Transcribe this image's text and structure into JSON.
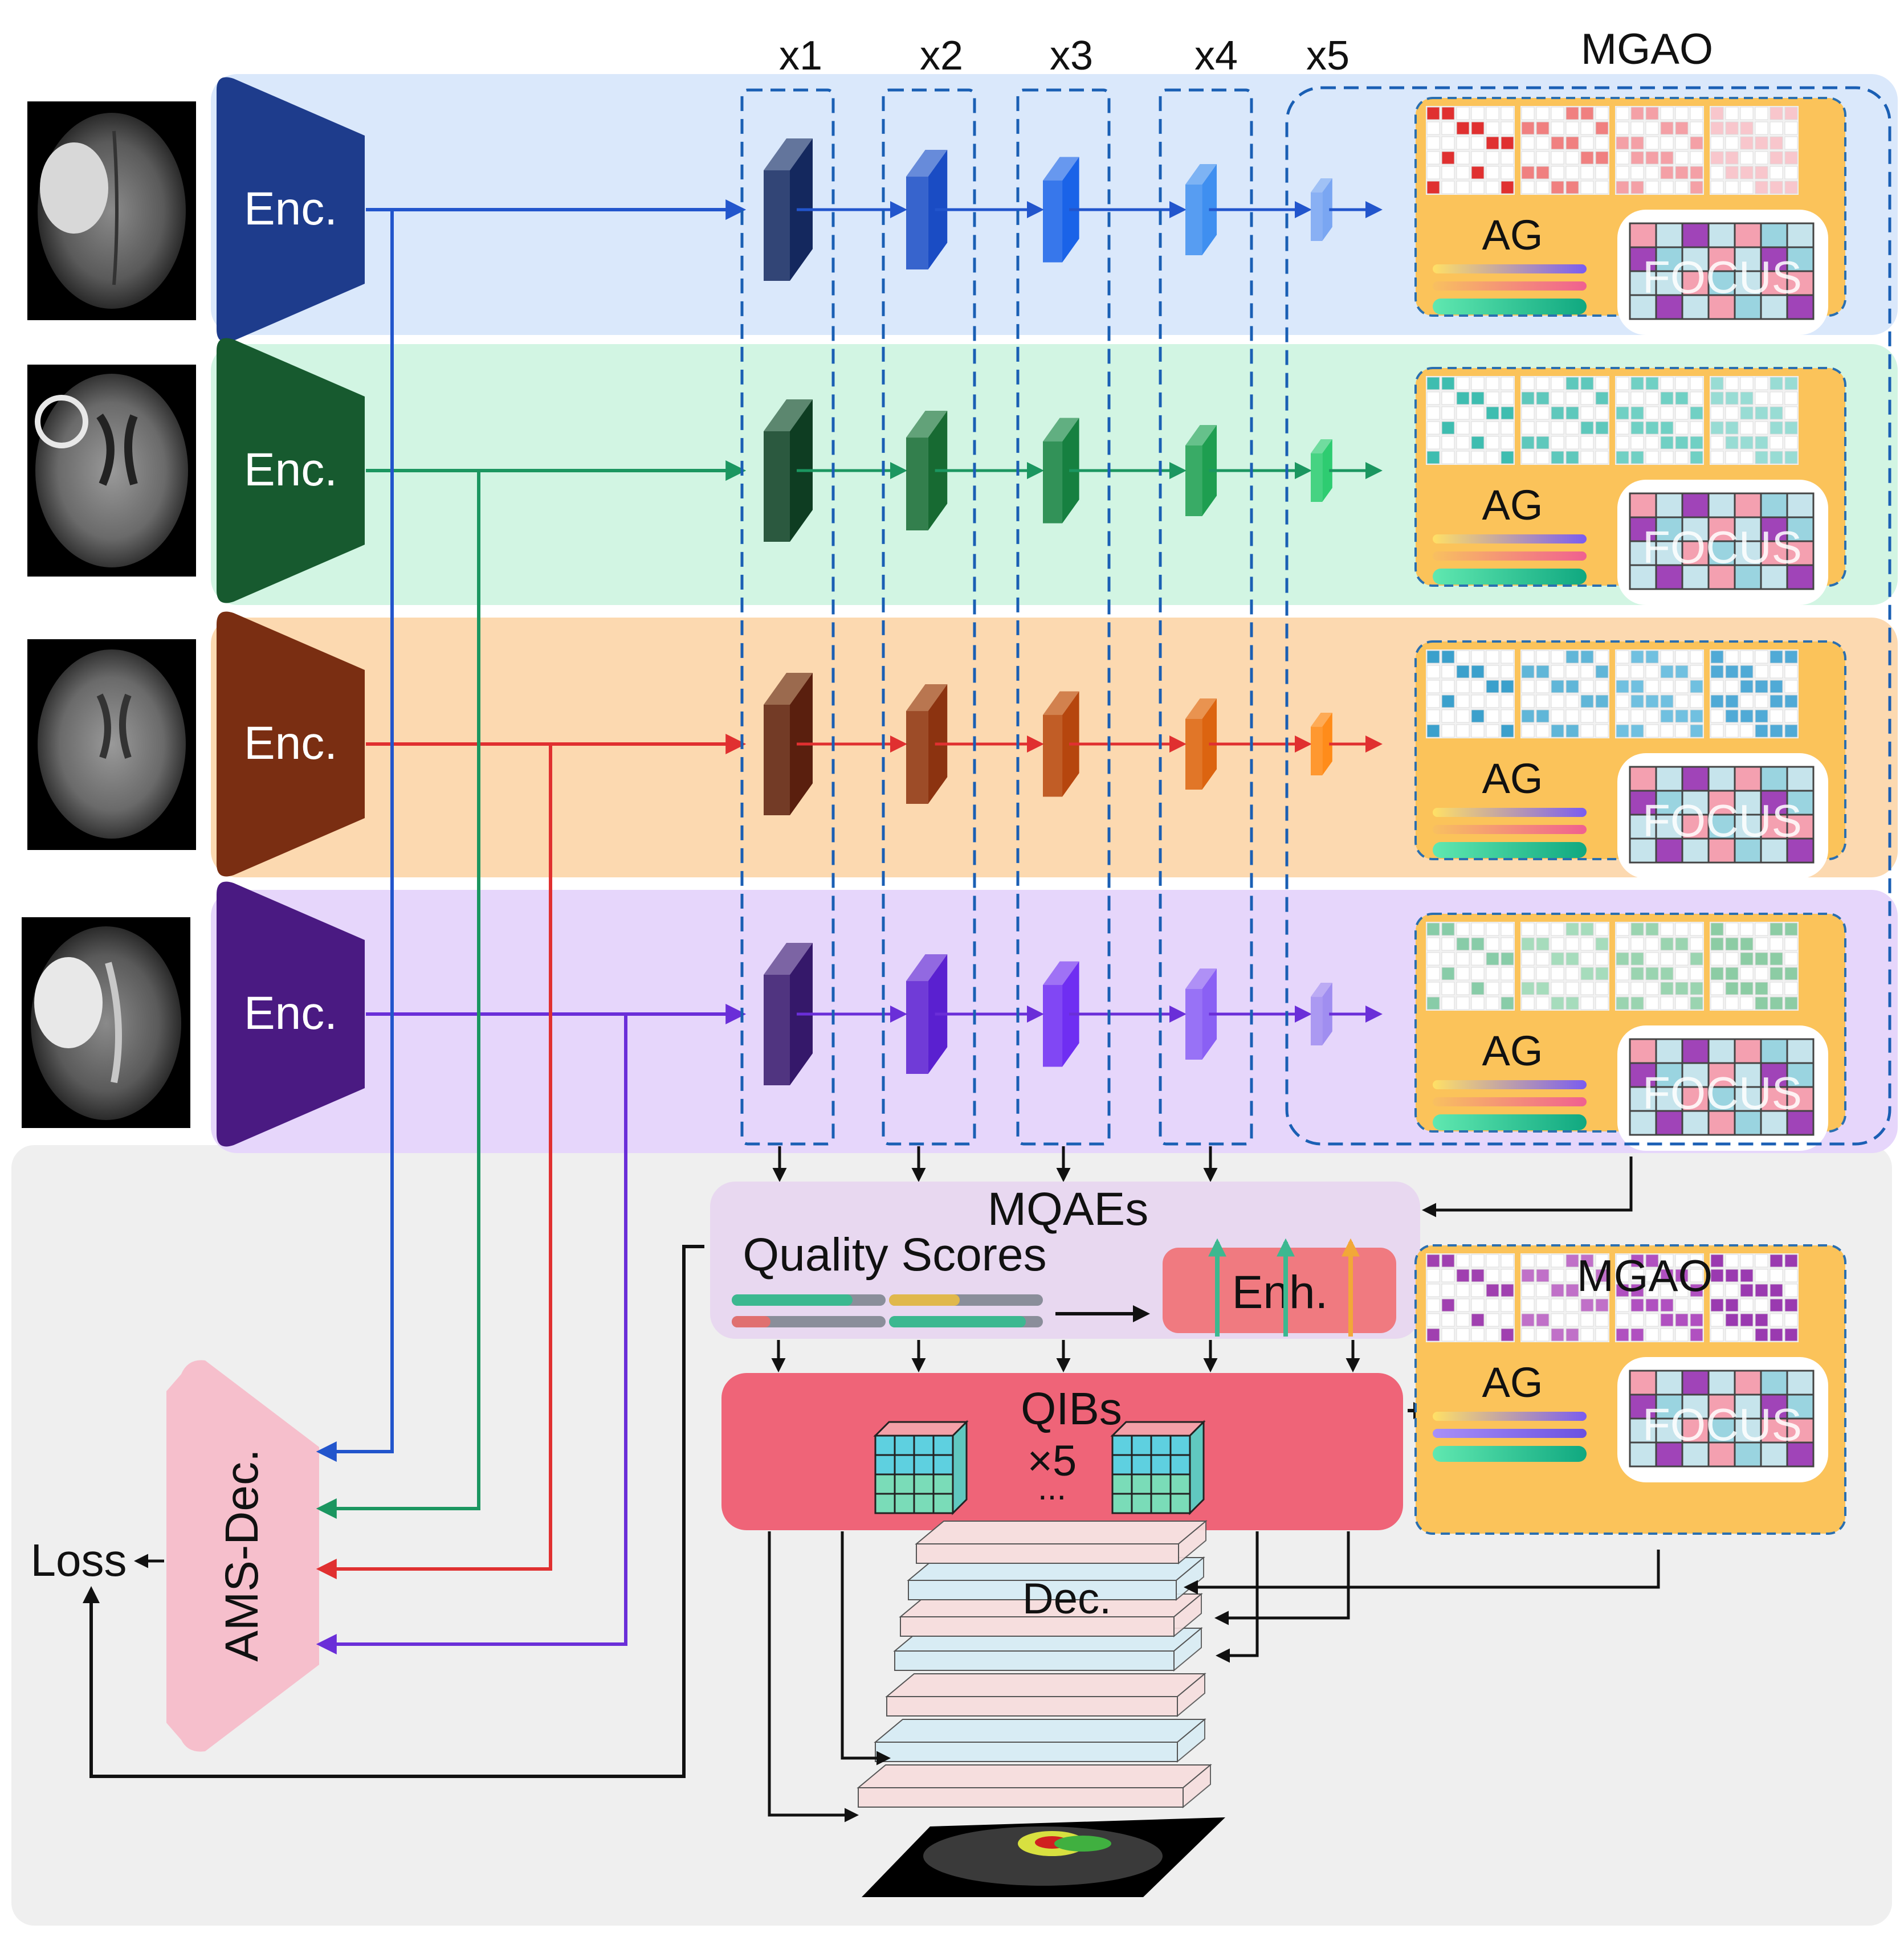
{
  "columns": [
    "x1",
    "x2",
    "x3",
    "x4",
    "x5"
  ],
  "mgao_title": "MGAO",
  "encoder_label": "Enc.",
  "ag_label": "AG",
  "focus_label": "FOCUS",
  "mqaes_label": "MQAEs",
  "quality_scores_label": "Quality Scores",
  "enh_label": "Enh.",
  "qibs_label": "QIBs",
  "qibs_multiplier": "×5",
  "mgao_bottom_title": "MGAO",
  "ams_dec_label": "AMS-Dec.",
  "loss_label": "Loss",
  "dec_label": "Dec.",
  "rows": [
    {
      "band": "#dae8fb",
      "enc": "#1e3c8c",
      "arrow": "#2255cc",
      "blocks": [
        "#14285e",
        "#1a4cc4",
        "#1a63e8",
        "#3f8ff0",
        "#7aa6f2"
      ],
      "grid": [
        "#e03030",
        "#f08080",
        "#f4a0a6",
        "#f8c6cc"
      ]
    },
    {
      "band": "#d2f5e3",
      "enc": "#175a2f",
      "arrow": "#1b9660",
      "blocks": [
        "#0e3d22",
        "#176a32",
        "#168040",
        "#1e9e50",
        "#2ecc71"
      ],
      "grid": [
        "#3ebdb0",
        "#5ec8bc",
        "#70d0c4",
        "#98dcd4"
      ]
    },
    {
      "band": "#fcd9b0",
      "enc": "#7a2e12",
      "arrow": "#e03030",
      "blocks": [
        "#5a1f0e",
        "#8c3310",
        "#b6460e",
        "#dc6410",
        "#ff8c1a"
      ],
      "grid": [
        "#3ba0cc",
        "#60b6d8",
        "#70c0e0",
        "#50aad6"
      ]
    },
    {
      "band": "#e6d6fb",
      "enc": "#4a1a82",
      "arrow": "#6a2ed8",
      "blocks": [
        "#35186a",
        "#5a20d0",
        "#6f2ef2",
        "#8a60f4",
        "#a08ef0"
      ],
      "grid": [
        "#88cca8",
        "#a6dcbc",
        "#9ad4b0",
        "#8ccca4"
      ]
    }
  ],
  "mgao_bottom_grid": [
    "#a040b0",
    "#c070c8",
    "#b050c0",
    "#9a3ab0"
  ]
}
